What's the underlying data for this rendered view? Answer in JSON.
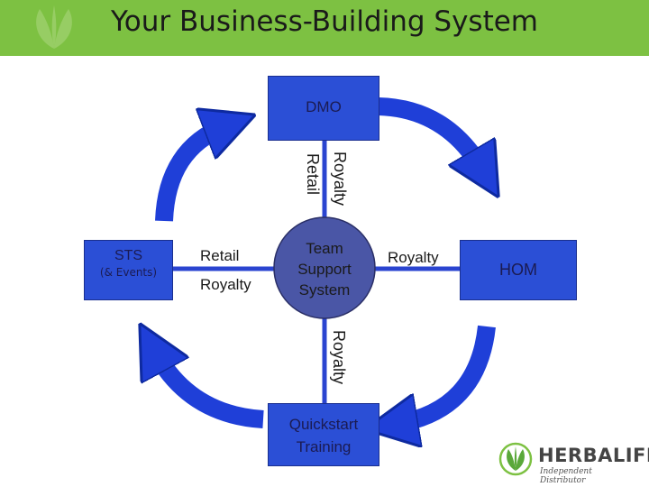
{
  "header": {
    "title": "Your Business-Building System",
    "bar_color": "#7dc142"
  },
  "nodes": {
    "top": "DMO",
    "left": "STS",
    "left_sub": "(& Events)",
    "right": "HOM",
    "bottom_line1": "Quickstart",
    "bottom_line2": "Training",
    "center_line1": "Team",
    "center_line2": "Support",
    "center_line3": "System"
  },
  "connector_labels": {
    "top_royalty": "Royalty",
    "top_retail": "Retail",
    "left_retail": "Retail",
    "left_royalty": "Royalty",
    "right_royalty": "Royalty",
    "bottom_royalty": "Royalty"
  },
  "logo": {
    "name": "HERBALIFE",
    "tagline": "Independent Distributor"
  },
  "colors": {
    "box_fill": "#2b4fd6",
    "arrow_fill": "#1f3fd8",
    "circle_fill": "#4a56a6",
    "connector": "#2a44d0"
  },
  "icons": [
    "herbalife-leaf-icon",
    "clockwise-arrow-icon"
  ]
}
